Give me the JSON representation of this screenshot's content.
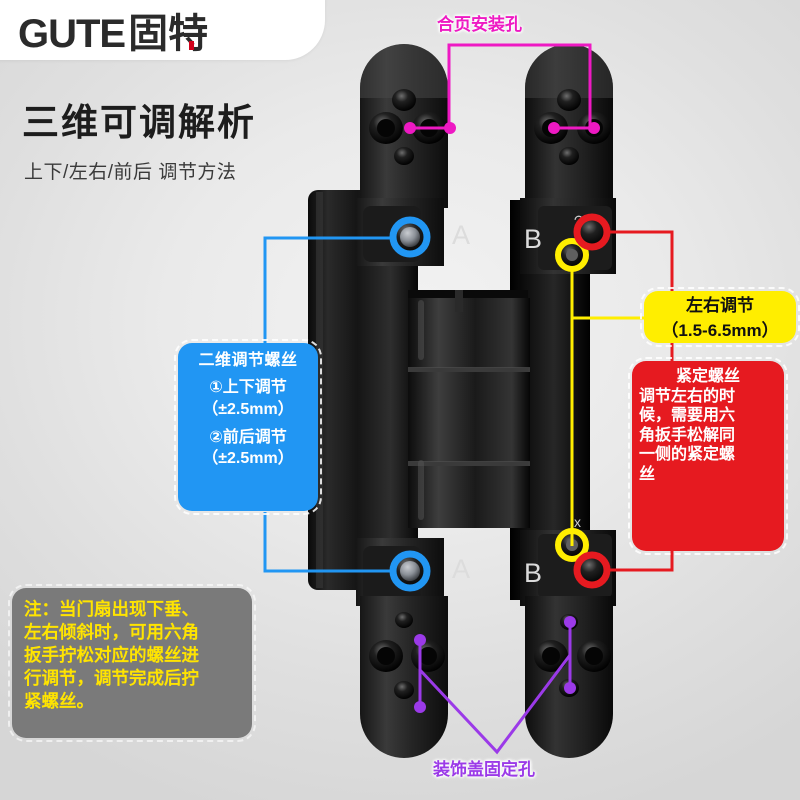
{
  "brand": {
    "logo_latin": "GUTE",
    "logo_cn": "固特",
    "accent_color": "#d0021b"
  },
  "headings": {
    "title": "三维可调解析",
    "subtitle": "上下/左右/前后 调节方法"
  },
  "callouts": {
    "top_holes": {
      "label": "合页安装孔",
      "color": "#ee19c3"
    },
    "bottom_holes": {
      "label": "装饰盖固定孔",
      "color": "#9b3ae8"
    },
    "blue": {
      "color": "#2196f3",
      "title": "二维调节螺丝",
      "line1": "①上下调节",
      "line2": "（±2.5mm）",
      "line3": "②前后调节",
      "line4": "（±2.5mm）"
    },
    "yellow": {
      "color": "#ffee00",
      "line1": "左右调节",
      "line2": "（1.5-6.5mm）"
    },
    "red": {
      "color": "#e61a20",
      "title": "紧定螺丝",
      "line1": "调节左右的时",
      "line2": "候，需要用六",
      "line3": "角扳手松解同",
      "line4": "一侧的紧定螺",
      "line5": "丝"
    },
    "note": {
      "color": "#7a7a7a",
      "text_color": "#ffe400",
      "line1": "注：当门扇出现下垂、",
      "line2": "左右倾斜时，可用六角",
      "line3": "扳手拧松对应的螺丝进",
      "line4": "行调节，调节完成后拧",
      "line5": "紧螺丝。"
    }
  },
  "product": {
    "plate_label_left": "A",
    "plate_label_right": "B",
    "mark_x": "x",
    "background_color": "#e6e6e6"
  }
}
